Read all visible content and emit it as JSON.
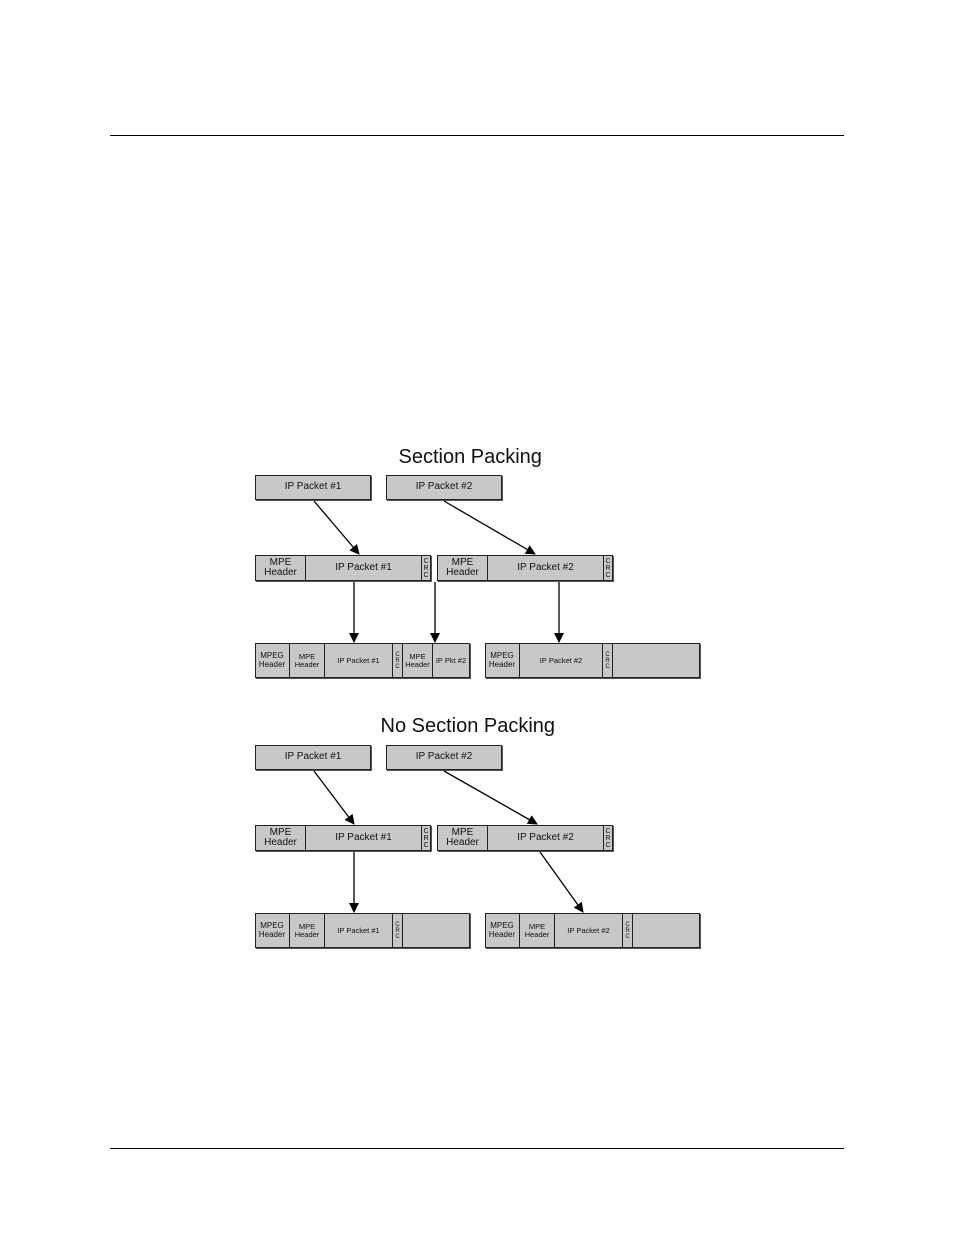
{
  "diagram": {
    "panels": [
      {
        "id": "section-packing",
        "title": "Section Packing",
        "ip_packets": [
          "IP Packet #1",
          "IP Packet #2"
        ],
        "sections": [
          {
            "header": "MPE\nHeader",
            "payload": "IP Packet #1",
            "crc": "C\nR\nC"
          },
          {
            "header": "MPE\nHeader",
            "payload": "IP Packet #2",
            "crc": "C\nR\nC"
          }
        ],
        "ts_packets": [
          {
            "mpeg_header": "MPEG\nHeader",
            "mpe_header": "MPE\nHeader",
            "payload": "IP Packet #1",
            "crc": "C\nR\nC",
            "next_mpe_header": "MPE\nHeader",
            "next_payload": "IP Pkt #2"
          },
          {
            "mpeg_header": "MPEG\nHeader",
            "payload": "IP Packet #2",
            "crc": "C\nR\nC"
          }
        ]
      },
      {
        "id": "no-section-packing",
        "title": "No Section Packing",
        "ip_packets": [
          "IP Packet #1",
          "IP Packet #2"
        ],
        "sections": [
          {
            "header": "MPE\nHeader",
            "payload": "IP Packet #1",
            "crc": "C\nR\nC"
          },
          {
            "header": "MPE\nHeader",
            "payload": "IP Packet #2",
            "crc": "C\nR\nC"
          }
        ],
        "ts_packets": [
          {
            "mpeg_header": "MPEG\nHeader",
            "mpe_header": "MPE\nHeader",
            "payload": "IP Packet #1",
            "crc": "C\nR\nC"
          },
          {
            "mpeg_header": "MPEG\nHeader",
            "mpe_header": "MPE\nHeader",
            "payload": "IP Packet #2",
            "crc": "C\nR\nC"
          }
        ]
      }
    ],
    "colors": {
      "box_fill": "#c8c8c8",
      "stroke": "#222222"
    }
  }
}
